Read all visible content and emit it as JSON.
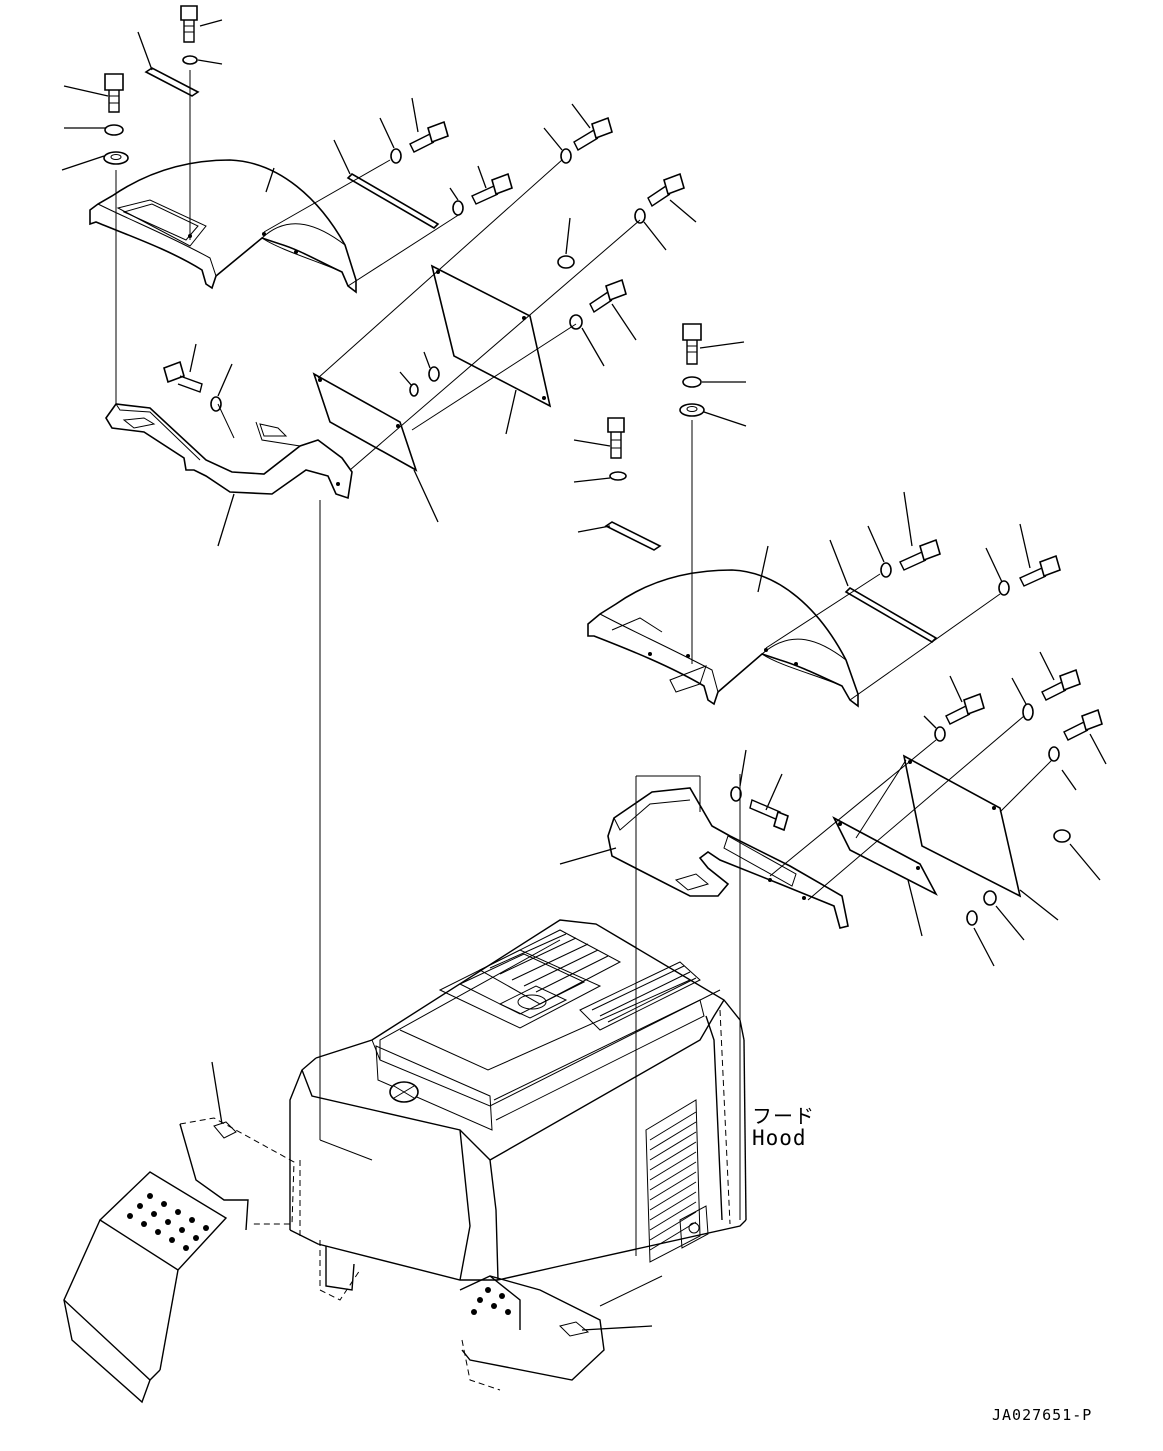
{
  "labels": {
    "hood_jp": "フード",
    "hood_en": "Hood",
    "drawing_id": "JA027651-P"
  }
}
